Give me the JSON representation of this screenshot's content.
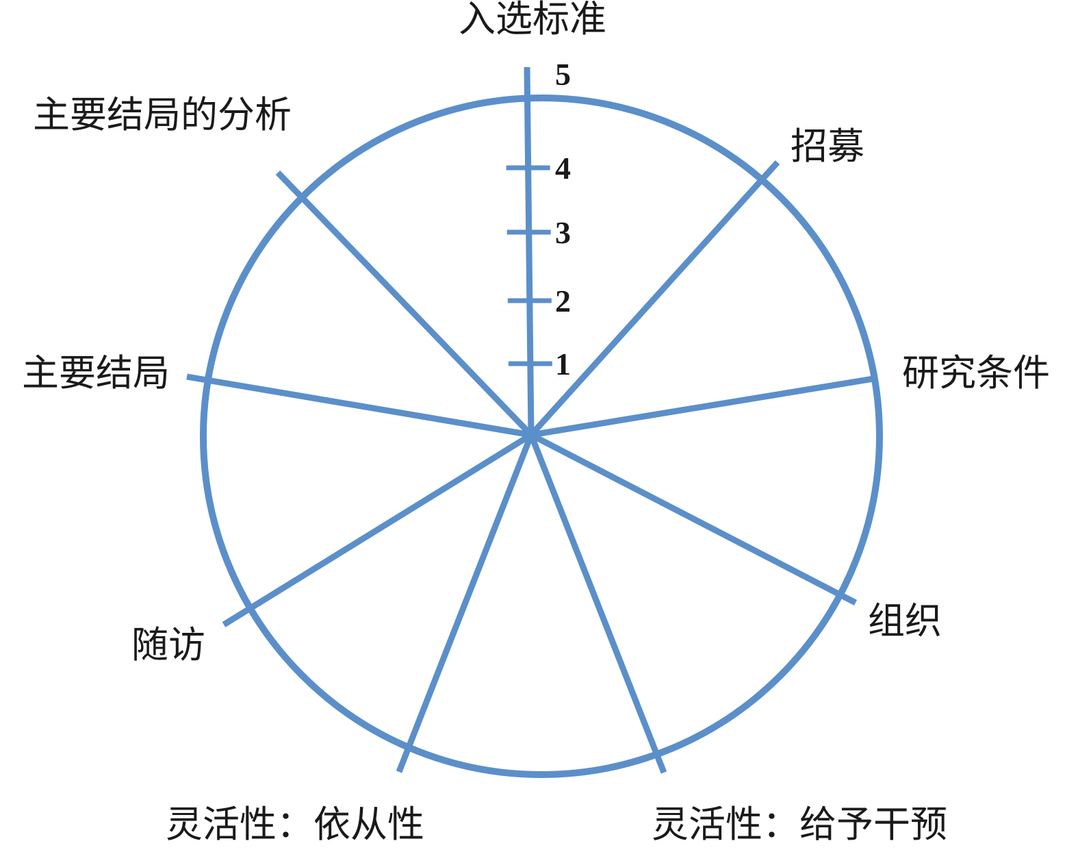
{
  "diagram": {
    "type": "wheel",
    "stroke_color": "#5b8fca",
    "text_color": "#1a1a1a",
    "scale": {
      "min": 1,
      "max": 5,
      "ticks": [
        "1",
        "2",
        "3",
        "4",
        "5"
      ]
    },
    "spokes": [
      {
        "label": "入选标准"
      },
      {
        "label": "招募"
      },
      {
        "label": "研究条件"
      },
      {
        "label": "组织"
      },
      {
        "label": "灵活性：给予干预"
      },
      {
        "label": "灵活性：依从性"
      },
      {
        "label": "随访"
      },
      {
        "label": "主要结局"
      },
      {
        "label": "主要结局的分析"
      }
    ]
  }
}
